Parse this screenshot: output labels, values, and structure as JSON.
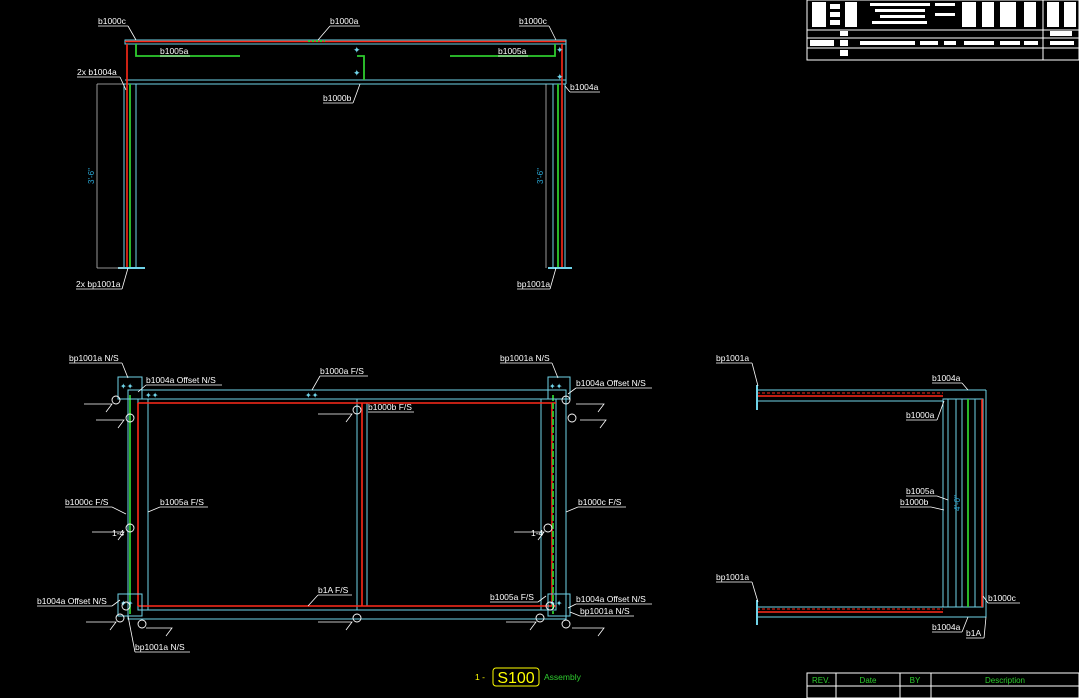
{
  "elevation_view": {
    "labels": {
      "top_left_beam": "b1000c",
      "top_center_beam": "b1000a",
      "top_right_beam": "b1000c",
      "left_brace": "b1005a",
      "right_brace": "b1005a",
      "left_column": "2x b1004a",
      "right_column": "b1004a",
      "mid_beam": "b1000b",
      "left_base": "2x bp1001a",
      "right_base": "bp1001a"
    },
    "left_height": "3'-6\"",
    "right_height": "3'-6\""
  },
  "plan_view": {
    "labels": {
      "tl_baseplate": "bp1001a N/S",
      "tr_baseplate": "bp1001a N/S",
      "tl_column_offset": "b1004a Offset N/S",
      "tr_column_offset": "b1004a Offset N/S",
      "top_beam": "b1000a F/S",
      "mid_beam": "b1000b F/S",
      "left_edge_beam": "b1000c F/S",
      "left_brace": "b1005a F/S",
      "right_edge_beam": "b1000c F/S",
      "bl_column_offset": "b1004a Offset N/S",
      "bottom_beam": "b1A F/S",
      "br_brace": "b1005a F/S",
      "br_column_offset": "b1004a Offset N/S",
      "br_baseplate": "bp1001a N/S",
      "bl_baseplate": "bp1001a N/S"
    },
    "weld_sizes": {
      "left": "1-4",
      "right": "1-4"
    }
  },
  "side_view": {
    "labels": {
      "top_baseplate": "bp1001a",
      "top_column": "b1004a",
      "top_beam": "b1000a",
      "brace": "b1005a",
      "mid_beam": "b1000b",
      "bottom_baseplate": "bp1001a",
      "edge_beam": "b1000c",
      "bottom_column": "b1004a",
      "bottom_beam": "b1A"
    },
    "depth_dimension": "4'-0\""
  },
  "sheet": {
    "number_prefix": "1 -",
    "number": "S100",
    "title": "Assembly"
  },
  "revision_block": {
    "headers": [
      "REV.",
      "Date",
      "BY",
      "Description"
    ]
  },
  "colors": {
    "background": "#000000",
    "steel_outline": "#6fd3e8",
    "centerline": "#ff2a1a",
    "member": "#2ecc2e",
    "sheet_badge": "#ffff00"
  }
}
